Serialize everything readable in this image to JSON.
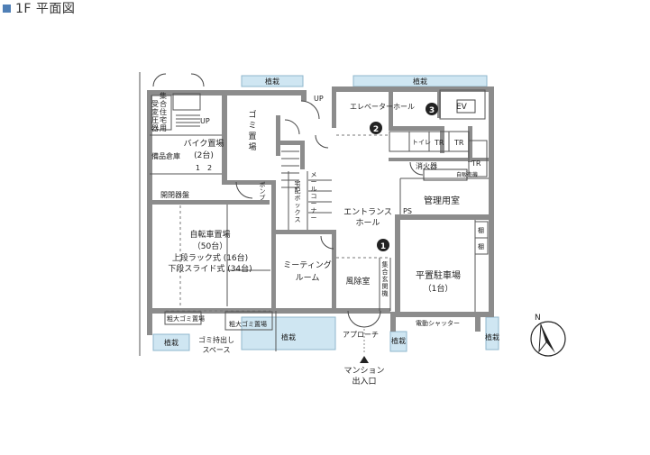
{
  "header": {
    "title": "1F 平面図"
  },
  "colors": {
    "wall": "#8c8c8c",
    "planter": "#cfe6f2",
    "planter_edge": "#8fb7cc",
    "accent": "#4f7fb6",
    "marker": "#222222"
  },
  "rooms": {
    "planter": "植栽",
    "up": "UP",
    "shukushu": [
      "集",
      "合",
      "住",
      "宅",
      "用"
    ],
    "shukushu_left": [
      "受",
      "変",
      "圧",
      "器"
    ],
    "gomi": [
      "ゴ",
      "ミ",
      "置",
      "場"
    ],
    "bike_park": "バイク置場",
    "bike_count": "(2台)",
    "bike_nums": "1　2",
    "storage": "備品倉庫",
    "switchgear": "開閉器盤",
    "bicycle_title": "自転車置場",
    "bicycle_count": "（50台）",
    "bicycle_upper": "上段ラック式 (16台)",
    "bicycle_lower": "下段スライド式 (34台)",
    "pump": "ポンプ",
    "delivery": [
      "宅",
      "配",
      "ボ",
      "ッ",
      "ク",
      "ス"
    ],
    "mail": [
      "メ",
      "ー",
      "ル",
      "コ",
      "ー",
      "ナ",
      "ー"
    ],
    "elevator_hall": "エレベーターホール",
    "ev": "EV",
    "toilet": "トイレ",
    "tr": "TR",
    "extinguisher": "消火器",
    "vending": "自販売機",
    "management": "管理用室",
    "ps": "PS",
    "entrance_l1": "エントランス",
    "entrance_l2": "ホール",
    "meeting_l1": "ミーティング",
    "meeting_l2": "ルーム",
    "windbreak": "風除室",
    "entrance_panel": [
      "集",
      "合",
      "玄",
      "関",
      "機"
    ],
    "shelf": "棚",
    "parking_l1": "平置駐車場",
    "parking_l2": "（1台）",
    "shutter": "電動シャッター",
    "bulky1": "粗大ゴミ置場",
    "bulky2": "粗大ゴミ置場",
    "gomi_out_l1": "ゴミ持出し",
    "gomi_out_l2": "スペース",
    "approach": "アプローチ",
    "mansion_l1": "マンション",
    "mansion_l2": "出入口",
    "north": "N"
  },
  "markers": [
    "1",
    "2",
    "3"
  ]
}
